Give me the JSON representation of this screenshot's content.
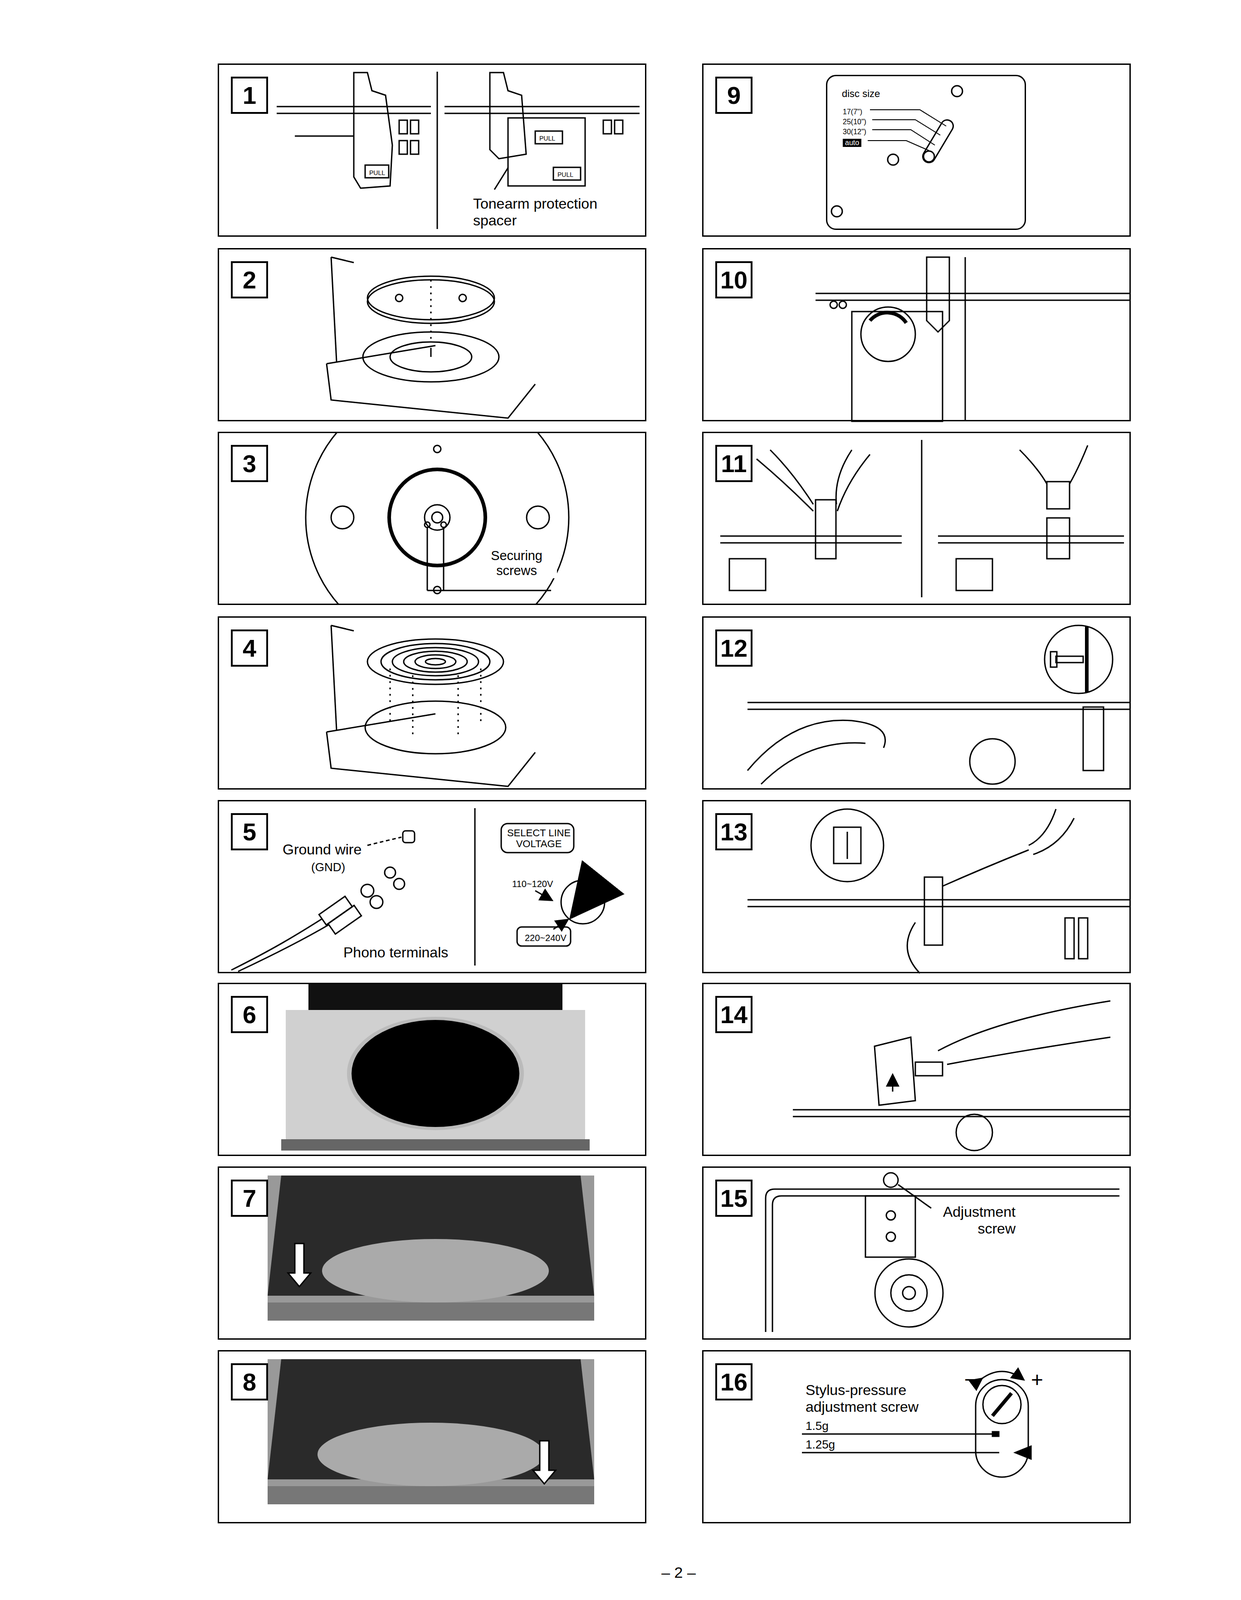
{
  "diagram": {
    "nodes": [
      {
        "text": [
          "1",
          "PULL",
          "PULL",
          "PULL",
          "Tonearm protection spacer"
        ]
      },
      {
        "text": [
          "2"
        ]
      },
      {
        "text": [
          "3",
          "Securing screws"
        ]
      },
      {
        "text": [
          "4"
        ]
      },
      {
        "text": [
          "5",
          "Ground wire",
          "(GND)",
          "Phono terminals",
          "SELECT LINE VOLTAGE",
          "110~120V",
          "220~240V"
        ]
      },
      {
        "text": [
          "6"
        ]
      },
      {
        "text": [
          "7"
        ]
      },
      {
        "text": [
          "8"
        ]
      },
      {
        "text": [
          "9"
        ]
      },
      {
        "text": [
          "disc size",
          "17(7\")",
          "25(10\")",
          "30(12\")",
          "auto"
        ],
        "in": 8
      },
      {
        "text": [
          "10"
        ]
      },
      {
        "text": [
          "11"
        ]
      },
      {
        "text": [
          "12"
        ]
      },
      {
        "text": [
          "13"
        ]
      },
      {
        "text": [
          "14"
        ]
      },
      {
        "text": [
          "15",
          "Adjustment screw"
        ]
      },
      {
        "text": [
          "16",
          "Stylus-pressure adjustment screw",
          "−",
          "+",
          "1.5g",
          "1.25g"
        ]
      }
    ],
    "labels": [
      "– 2 –"
    ]
  }
}
